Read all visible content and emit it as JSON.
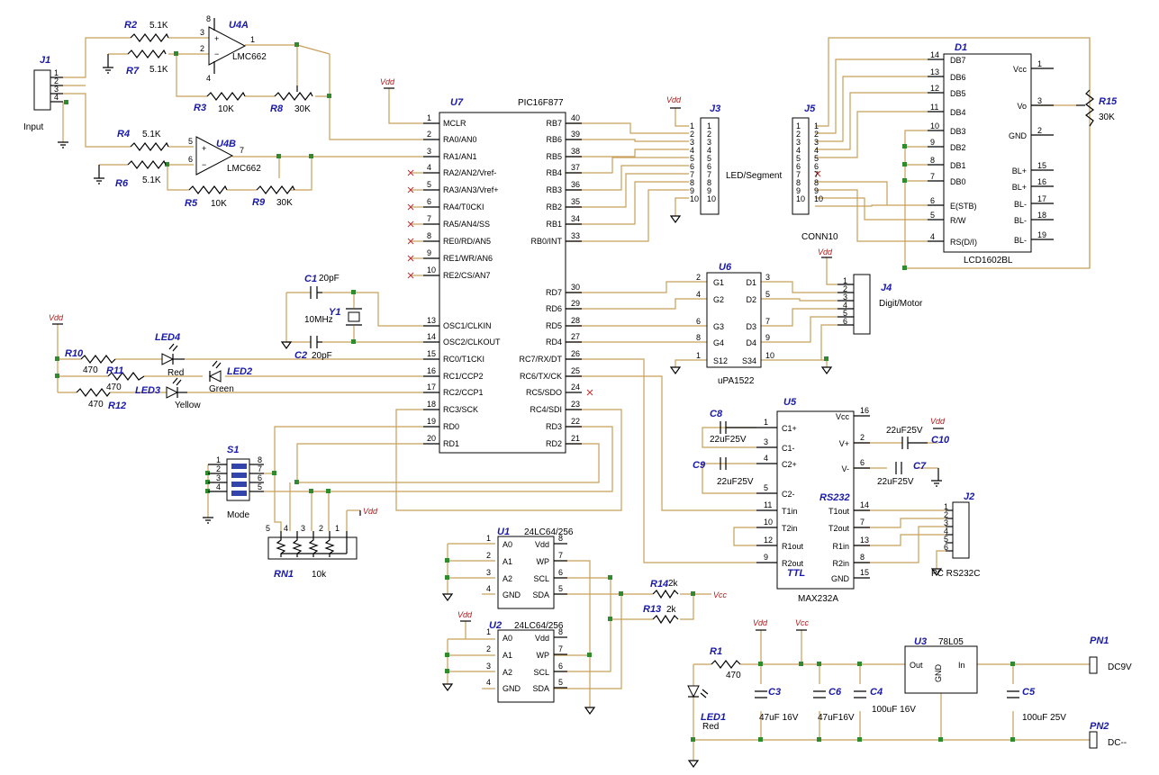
{
  "components": {
    "u7": {
      "ref": "U7",
      "part": "PIC16F877",
      "left_pins": [
        {
          "num": "1",
          "name": "MCLR"
        },
        {
          "num": "2",
          "name": "RA0/AN0"
        },
        {
          "num": "3",
          "name": "RA1/AN1"
        },
        {
          "num": "4",
          "name": "RA2/AN2/Vref-"
        },
        {
          "num": "5",
          "name": "RA3/AN3/Vref+"
        },
        {
          "num": "6",
          "name": "RA4/T0CKI"
        },
        {
          "num": "7",
          "name": "RA5/AN4/SS"
        },
        {
          "num": "8",
          "name": "RE0/RD/AN5"
        },
        {
          "num": "9",
          "name": "RE1/WR/AN6"
        },
        {
          "num": "10",
          "name": "RE2/CS/AN7"
        },
        {
          "num": "13",
          "name": "OSC1/CLKIN"
        },
        {
          "num": "14",
          "name": "OSC2/CLKOUT"
        },
        {
          "num": "15",
          "name": "RC0/T1CKI"
        },
        {
          "num": "16",
          "name": "RC1/CCP2"
        },
        {
          "num": "17",
          "name": "RC2/CCP1"
        },
        {
          "num": "18",
          "name": "RC3/SCK"
        },
        {
          "num": "19",
          "name": "RD0"
        },
        {
          "num": "20",
          "name": "RD1"
        }
      ],
      "right_pins": [
        {
          "num": "40",
          "name": "RB7"
        },
        {
          "num": "39",
          "name": "RB6"
        },
        {
          "num": "38",
          "name": "RB5"
        },
        {
          "num": "37",
          "name": "RB4"
        },
        {
          "num": "36",
          "name": "RB3"
        },
        {
          "num": "35",
          "name": "RB2"
        },
        {
          "num": "34",
          "name": "RB1"
        },
        {
          "num": "33",
          "name": "RB0/INT"
        },
        {
          "num": "30",
          "name": "RD7"
        },
        {
          "num": "29",
          "name": "RD6"
        },
        {
          "num": "28",
          "name": "RD5"
        },
        {
          "num": "27",
          "name": "RD4"
        },
        {
          "num": "26",
          "name": "RC7/RX/DT"
        },
        {
          "num": "25",
          "name": "RC6/TX/CK"
        },
        {
          "num": "24",
          "name": "RC5/SDO"
        },
        {
          "num": "23",
          "name": "RC4/SDI"
        },
        {
          "num": "22",
          "name": "RD3"
        },
        {
          "num": "21",
          "name": "RD2"
        }
      ]
    },
    "u4a": {
      "ref": "U4A",
      "part": "LMC662",
      "pins": [
        "3",
        "2",
        "1",
        "8",
        "4"
      ]
    },
    "u4b": {
      "ref": "U4B",
      "part": "LMC662",
      "pins": [
        "5",
        "6",
        "7"
      ]
    },
    "r2": {
      "ref": "R2",
      "value": "5.1K"
    },
    "r7": {
      "ref": "R7",
      "value": "5.1K"
    },
    "r3": {
      "ref": "R3",
      "value": "10K"
    },
    "r8": {
      "ref": "R8",
      "value": "30K"
    },
    "r4": {
      "ref": "R4",
      "value": "5.1K"
    },
    "r6": {
      "ref": "R6",
      "value": "5.1K"
    },
    "r5": {
      "ref": "R5",
      "value": "10K"
    },
    "r9": {
      "ref": "R9",
      "value": "30K"
    },
    "j1": {
      "ref": "J1",
      "label": "Input",
      "pins": [
        "1",
        "2",
        "3",
        "4"
      ]
    },
    "j3": {
      "ref": "J3",
      "label": "LED/Segment"
    },
    "j5": {
      "ref": "J5",
      "label": "CONN10"
    },
    "d1": {
      "ref": "D1",
      "part": "LCD1602BL",
      "left_pins": [
        {
          "num": "14",
          "name": "DB7"
        },
        {
          "num": "13",
          "name": "DB6"
        },
        {
          "num": "12",
          "name": "DB5"
        },
        {
          "num": "11",
          "name": "DB4"
        },
        {
          "num": "10",
          "name": "DB3"
        },
        {
          "num": "9",
          "name": "DB2"
        },
        {
          "num": "8",
          "name": "DB1"
        },
        {
          "num": "7",
          "name": "DB0"
        },
        {
          "num": "6",
          "name": "E(STB)"
        },
        {
          "num": "5",
          "name": "R/W"
        },
        {
          "num": "4",
          "name": "RS(D/I)"
        }
      ],
      "right_pins": [
        {
          "num": "1",
          "name": "Vcc"
        },
        {
          "num": "3",
          "name": "Vo"
        },
        {
          "num": "2",
          "name": "GND"
        },
        {
          "num": "15",
          "name": "BL+"
        },
        {
          "num": "16",
          "name": "BL+"
        },
        {
          "num": "17",
          "name": "BL-"
        },
        {
          "num": "18",
          "name": "BL-"
        },
        {
          "num": "19",
          "name": "BL-"
        }
      ]
    },
    "r15": {
      "ref": "R15",
      "value": "30K"
    },
    "c1": {
      "ref": "C1",
      "value": "20pF"
    },
    "c2": {
      "ref": "C2",
      "value": "20pF"
    },
    "y1": {
      "ref": "Y1",
      "value": "10MHz"
    },
    "u6": {
      "ref": "U6",
      "part": "uPA1522",
      "left": [
        {
          "num": "2",
          "name": "G1"
        },
        {
          "num": "4",
          "name": "G2"
        },
        {
          "num": "6",
          "name": "G3"
        },
        {
          "num": "8",
          "name": "G4"
        },
        {
          "num": "1",
          "name": "S12"
        }
      ],
      "right": [
        {
          "num": "3",
          "name": "D1"
        },
        {
          "num": "5",
          "name": "D2"
        },
        {
          "num": "7",
          "name": "D3"
        },
        {
          "num": "9",
          "name": "D4"
        },
        {
          "num": "10",
          "name": "S34"
        }
      ]
    },
    "j4": {
      "ref": "J4",
      "label": "Digit/Motor"
    },
    "led4": {
      "ref": "LED4",
      "color": "Red"
    },
    "led2": {
      "ref": "LED2",
      "color": "Green"
    },
    "led3": {
      "ref": "LED3",
      "color": "Yellow"
    },
    "r10": {
      "ref": "R10",
      "value": "470"
    },
    "r11": {
      "ref": "R11",
      "value": "470"
    },
    "r12": {
      "ref": "R12",
      "value": "470"
    },
    "s1": {
      "ref": "S1",
      "label": "Mode",
      "pins": [
        "1",
        "2",
        "3",
        "4",
        "8",
        "7",
        "6",
        "5"
      ]
    },
    "rn1": {
      "ref": "RN1",
      "value": "10k",
      "pins": [
        "5",
        "4",
        "3",
        "2",
        "1"
      ]
    },
    "u5": {
      "ref": "U5",
      "part": "MAX232A",
      "sub1": "RS232",
      "sub2": "TTL",
      "left": [
        {
          "num": "1",
          "name": "C1+"
        },
        {
          "num": "3",
          "name": "C1-"
        },
        {
          "num": "4",
          "name": "C2+"
        },
        {
          "num": "5",
          "name": "C2-"
        },
        {
          "num": "11",
          "name": "T1in"
        },
        {
          "num": "10",
          "name": "T2in"
        },
        {
          "num": "12",
          "name": "R1out"
        },
        {
          "num": "9",
          "name": "R2out"
        }
      ],
      "right": [
        {
          "num": "16",
          "name": "Vcc"
        },
        {
          "num": "2",
          "name": "V+"
        },
        {
          "num": "6",
          "name": "V-"
        },
        {
          "num": "14",
          "name": "T1out"
        },
        {
          "num": "7",
          "name": "T2out"
        },
        {
          "num": "13",
          "name": "R1in"
        },
        {
          "num": "8",
          "name": "R2in"
        },
        {
          "num": "15",
          "name": "GND"
        }
      ]
    },
    "c8": {
      "ref": "C8",
      "value": "22uF25V"
    },
    "c9": {
      "ref": "C9",
      "value": "22uF25V"
    },
    "c10": {
      "ref": "C10",
      "value": "22uF25V"
    },
    "c7": {
      "ref": "C7",
      "value": "22uF25V"
    },
    "j2": {
      "ref": "J2",
      "label": "PC RS232C"
    },
    "u1": {
      "ref": "U1",
      "part": "24LC64/256"
    },
    "u2": {
      "ref": "U2",
      "part": "24LC64/256"
    },
    "eeprom_left": [
      {
        "num": "1",
        "name": "A0"
      },
      {
        "num": "2",
        "name": "A1"
      },
      {
        "num": "3",
        "name": "A2"
      },
      {
        "num": "4",
        "name": "GND"
      }
    ],
    "eeprom_right": [
      {
        "num": "8",
        "name": "Vdd"
      },
      {
        "num": "7",
        "name": "WP"
      },
      {
        "num": "6",
        "name": "SCL"
      },
      {
        "num": "5",
        "name": "SDA"
      }
    ],
    "r14": {
      "ref": "R14",
      "value": "2k"
    },
    "r13": {
      "ref": "R13",
      "value": "2k"
    },
    "r1": {
      "ref": "R1",
      "value": "470"
    },
    "led1": {
      "ref": "LED1",
      "color": "Red"
    },
    "c3": {
      "ref": "C3",
      "value": "47uF 16V"
    },
    "c6": {
      "ref": "C6",
      "value": "47uF16V"
    },
    "c4": {
      "ref": "C4",
      "value": "100uF 16V"
    },
    "c5": {
      "ref": "C5",
      "value": "100uF 25V"
    },
    "u3": {
      "ref": "U3",
      "part": "78L05",
      "pins": [
        "Out",
        "GND",
        "In"
      ]
    },
    "pn1": {
      "ref": "PN1",
      "label": "DC9V"
    },
    "pn2": {
      "ref": "PN2",
      "label": "DC--"
    }
  },
  "power": {
    "vdd": "Vdd",
    "vcc": "Vcc",
    "gnd": "GND"
  }
}
